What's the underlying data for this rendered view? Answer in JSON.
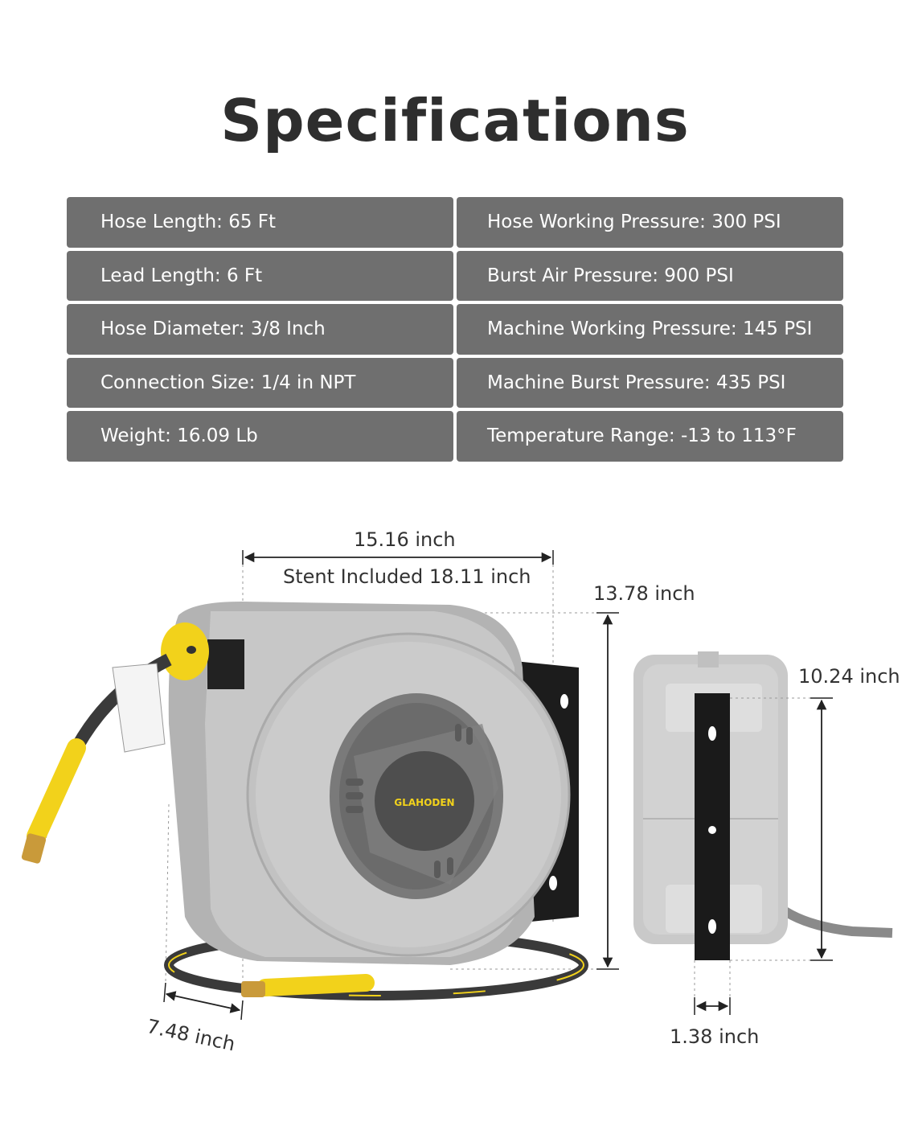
{
  "title": "Specifications",
  "specs": {
    "left": [
      "Hose Length: 65 Ft",
      "Lead Length: 6 Ft",
      "Hose Diameter: 3/8 Inch",
      "Connection Size: 1/4 in NPT",
      "Weight: 16.09 Lb"
    ],
    "right": [
      "Hose Working Pressure: 300 PSI",
      "Burst Air Pressure: 900 PSI",
      "Machine Working Pressure: 145 PSI",
      "Machine Burst Pressure: 435 PSI",
      "Temperature Range: -13 to 113°F"
    ]
  },
  "dimensions": {
    "width": "15.16 inch",
    "width_with_stent": "Stent Included 18.11 inch",
    "height": "13.78 inch",
    "depth": "7.48 inch",
    "bracket_height": "10.24 inch",
    "bracket_width": "1.38 inch"
  },
  "brand": "GLAHODEN",
  "colors": {
    "cell_background": "#6f6f6f",
    "reel_gray": "#bdbdbd",
    "accent_yellow": "#f2d21b",
    "bracket_black": "#1a1a1a"
  }
}
